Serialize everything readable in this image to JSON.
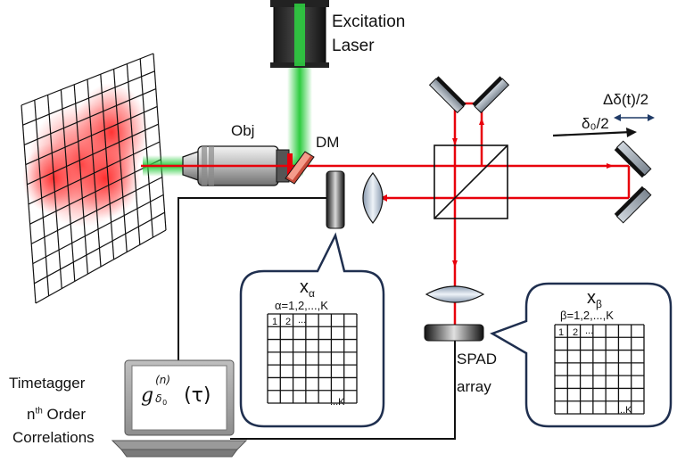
{
  "labels": {
    "excitation_laser_line1": "Excitation",
    "excitation_laser_line2": "Laser",
    "obj": "Obj",
    "dm": "DM",
    "delta_t": "Δδ(t)/2",
    "delta_0": "δ₀/2",
    "spad_line1": "SPAD",
    "spad_line2": "array",
    "timetagger": "Timetagger",
    "nth_order_n": "n",
    "nth_order_sup": "th",
    "nth_order_rest": " Order",
    "correlations": "Correlations"
  },
  "callout_left": {
    "symbol": "x",
    "subscript": "α",
    "range": "α=1,2,...,K",
    "cell_1": "1",
    "cell_2": "2",
    "cell_dots": "...",
    "cell_last": "...K"
  },
  "callout_right": {
    "symbol": "x",
    "subscript": "β",
    "range": "β=1,2,...,K",
    "cell_1": "1",
    "cell_2": "2",
    "cell_dots": "...",
    "cell_last": "...K"
  },
  "formula": {
    "g": "g",
    "superscript": "(n)",
    "sub_delta": "δ",
    "sub_zero": "0",
    "arg": "(τ)"
  },
  "colors": {
    "excitation_beam": "#2ecc40",
    "emission_beam": "#e8000b",
    "fluorescence_spot": "#ff2a2a",
    "callout_border": "#1f2f4f",
    "wire": "#111111"
  },
  "icons": {
    "laptop": "laptop-icon",
    "objective": "objective-lens-icon",
    "spad": "spad-detector-icon",
    "beamsplitter": "beamsplitter-cube-icon"
  }
}
